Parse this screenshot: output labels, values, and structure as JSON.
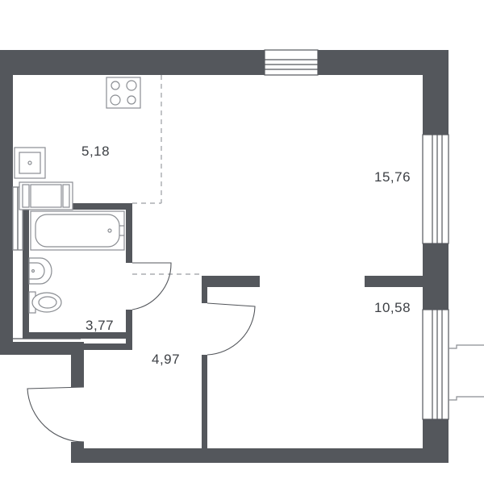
{
  "rooms": [
    {
      "id": "kitchen",
      "area": "5,18"
    },
    {
      "id": "living",
      "area": "15,76"
    },
    {
      "id": "bathroom",
      "area": "3,77"
    },
    {
      "id": "hall",
      "area": "4,97"
    },
    {
      "id": "bedroom",
      "area": "10,58"
    }
  ]
}
